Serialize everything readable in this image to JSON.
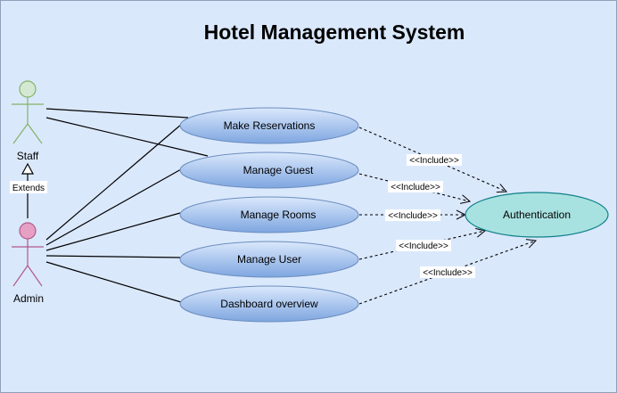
{
  "diagram": {
    "title": "Hotel Management System",
    "actors": [
      {
        "id": "staff",
        "label": "Staff",
        "fill": "#d5e8d4",
        "stroke": "#82b366"
      },
      {
        "id": "admin",
        "label": "Admin",
        "fill": "#e6a0c4",
        "stroke": "#b05a8a"
      }
    ],
    "generalization_label": "Extends",
    "use_cases": [
      {
        "id": "make_reservations",
        "label": "Make Reservations"
      },
      {
        "id": "manage_guest",
        "label": "Manage Guest"
      },
      {
        "id": "manage_rooms",
        "label": "Manage Rooms"
      },
      {
        "id": "manage_user",
        "label": "Manage User"
      },
      {
        "id": "dashboard_overview",
        "label": "Dashboard overview"
      }
    ],
    "auth": {
      "label": "Authentication"
    },
    "include_label": "<<Include>>",
    "associations": [
      [
        "staff",
        "make_reservations"
      ],
      [
        "staff",
        "manage_guest"
      ],
      [
        "admin",
        "make_reservations"
      ],
      [
        "admin",
        "manage_guest"
      ],
      [
        "admin",
        "manage_rooms"
      ],
      [
        "admin",
        "manage_user"
      ],
      [
        "admin",
        "dashboard_overview"
      ]
    ],
    "includes": [
      "make_reservations",
      "manage_guest",
      "manage_rooms",
      "manage_user",
      "dashboard_overview"
    ],
    "colors": {
      "background": "#dae8fc",
      "use_case_top": "#dae8fc",
      "use_case_bottom": "#7ea6e0",
      "use_case_stroke": "#6c8ebf",
      "auth_fill": "#a8e2e0",
      "auth_stroke": "#0e8088"
    }
  }
}
